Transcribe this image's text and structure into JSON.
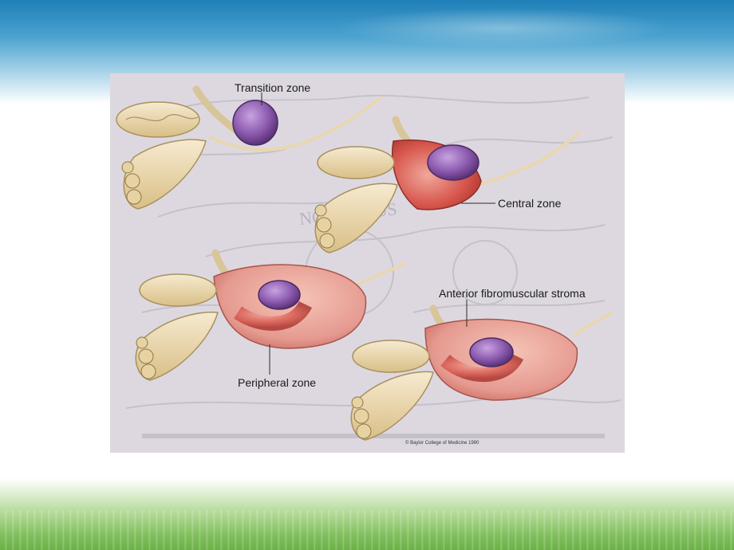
{
  "slide": {
    "colors": {
      "sky_top": "#1f7fb8",
      "grass": "#7fbf5c",
      "figure_bg": "#ddd8e0",
      "gland_tan": "#ecd9a8",
      "zone_purple": "#8e5cb0",
      "zone_pink": "#e59a90",
      "zone_red": "#d8584e"
    }
  },
  "diagram": {
    "labels": {
      "transition_zone": "Transition zone",
      "central_zone": "Central zone",
      "anterior_stroma": "Anterior fibromuscular stroma",
      "peripheral_zone": "Peripheral zone"
    },
    "background_motto": "NON SOLUS",
    "copyright": "© Baylor College of Medicine 1990"
  }
}
